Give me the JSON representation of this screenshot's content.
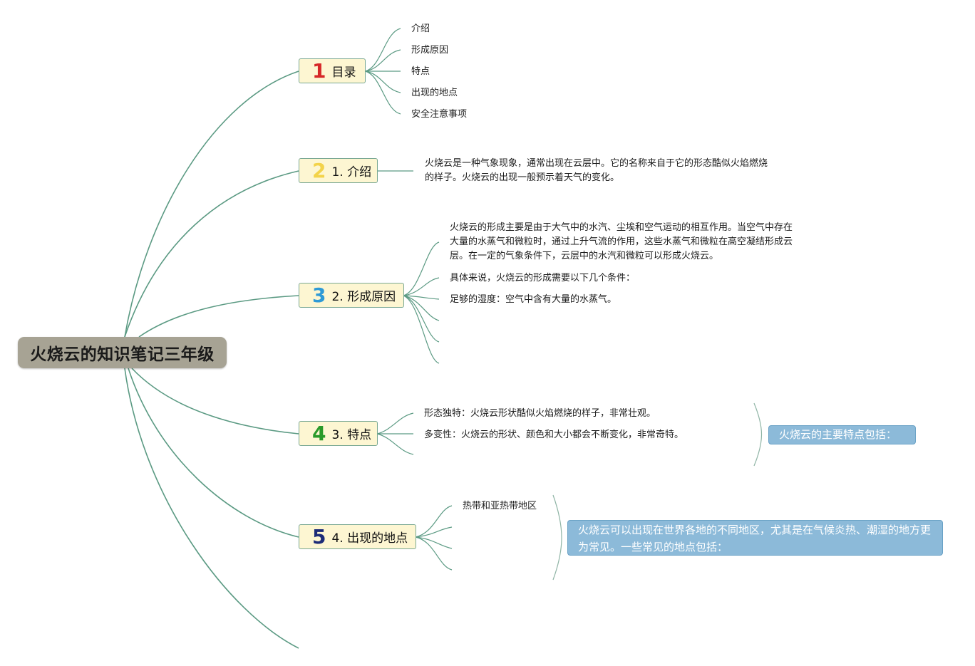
{
  "root": {
    "title": "火烧云的知识笔记三年级"
  },
  "branches": [
    {
      "num": "1",
      "num_color": "#d62828",
      "label": "目录"
    },
    {
      "num": "2",
      "num_color": "#f3d34a",
      "label": "1. 介绍"
    },
    {
      "num": "3",
      "num_color": "#2f9ad6",
      "label": "2. 形成原因"
    },
    {
      "num": "4",
      "num_color": "#2a9a2a",
      "label": "3. 特点"
    },
    {
      "num": "5",
      "num_color": "#1c2b78",
      "label": "4. 出现的地点"
    }
  ],
  "toc": {
    "items": [
      "介绍",
      "形成原因",
      "特点",
      "出现的地点",
      "安全注意事项"
    ]
  },
  "intro": {
    "text": "火烧云是一种气象现象，通常出现在云层中。它的名称来自于它的形态酷似火焰燃烧的样子。火烧云的出现一般预示着天气的变化。"
  },
  "formation": {
    "para": "火烧云的形成主要是由于大气中的水汽、尘埃和空气运动的相互作用。当空气中存在大量的水蒸气和微粒时，通过上升气流的作用，这些水蒸气和微粒在高空凝结形成云层。在一定的气象条件下，云层中的水汽和微粒可以形成火烧云。",
    "conditions_intro": "具体来说，火烧云的形成需要以下几个条件：",
    "humidity": "足够的湿度：空气中含有大量的水蒸气。"
  },
  "features": {
    "items": [
      "形态独特：火烧云形状酷似火焰燃烧的样子，非常壮观。",
      "多变性：火烧云的形状、颜色和大小都会不断变化，非常奇特。"
    ],
    "summary": "火烧云的主要特点包括："
  },
  "locations": {
    "item": "热带和亚热带地区",
    "summary": "火烧云可以出现在世界各地的不同地区，尤其是在气候炎热、潮湿的地方更为常见。一些常见的地点包括："
  },
  "colors": {
    "line": "#5b9a83",
    "branch_fill": "#fdf6d2",
    "root_fill": "#a7a394",
    "callout_fill": "#8cbad9"
  }
}
